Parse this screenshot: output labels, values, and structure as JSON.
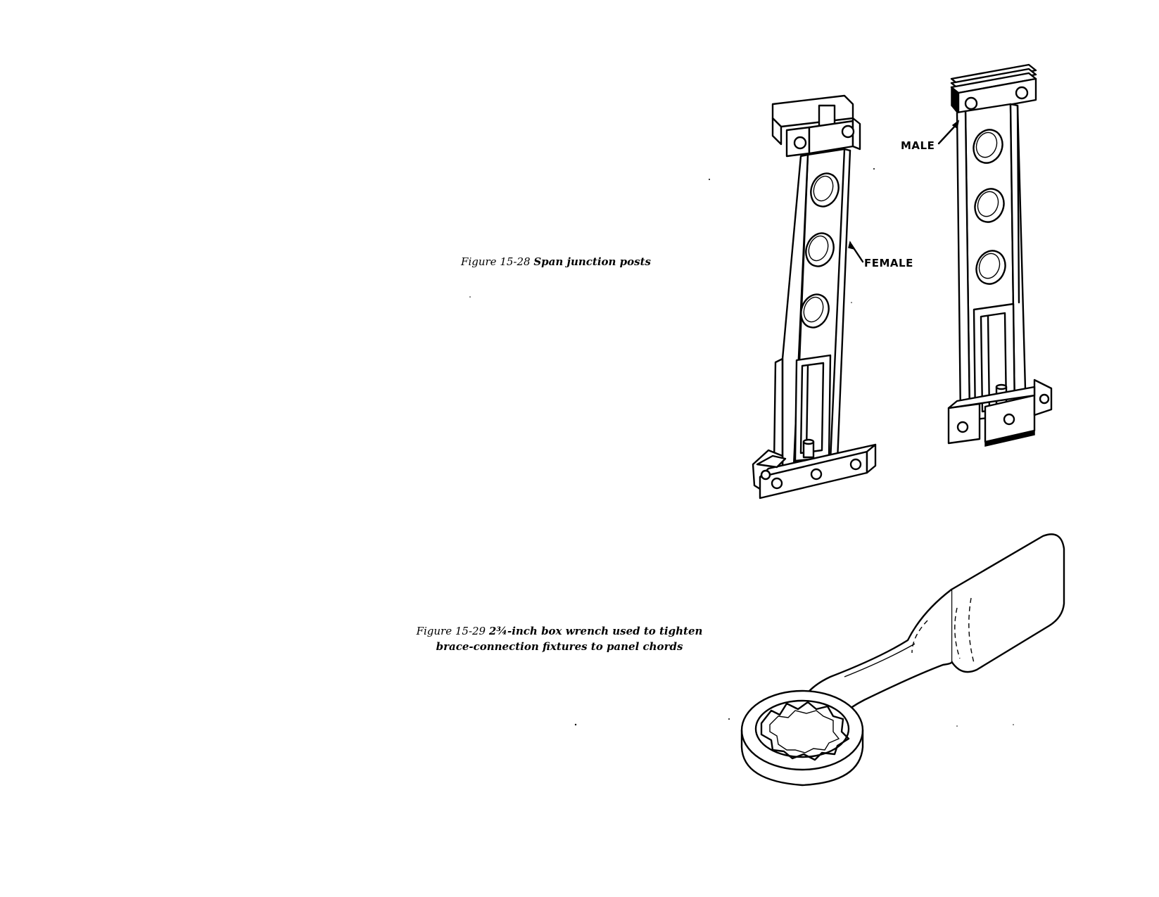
{
  "figure_15_28": {
    "caption_number": "Figure 15-28",
    "caption_title": "Span junction posts",
    "label_female": "FEMALE",
    "label_male": "MALE",
    "illustration_icon": "span-junction-posts-illustration"
  },
  "figure_15_29": {
    "caption_number": "Figure 15-29",
    "caption_line1": "2¾-inch box wrench used to tighten",
    "caption_line2": "brace-connection fixtures to panel chords",
    "illustration_icon": "box-wrench-illustration"
  },
  "colors": {
    "ink": "#000000",
    "paper": "#ffffff"
  }
}
